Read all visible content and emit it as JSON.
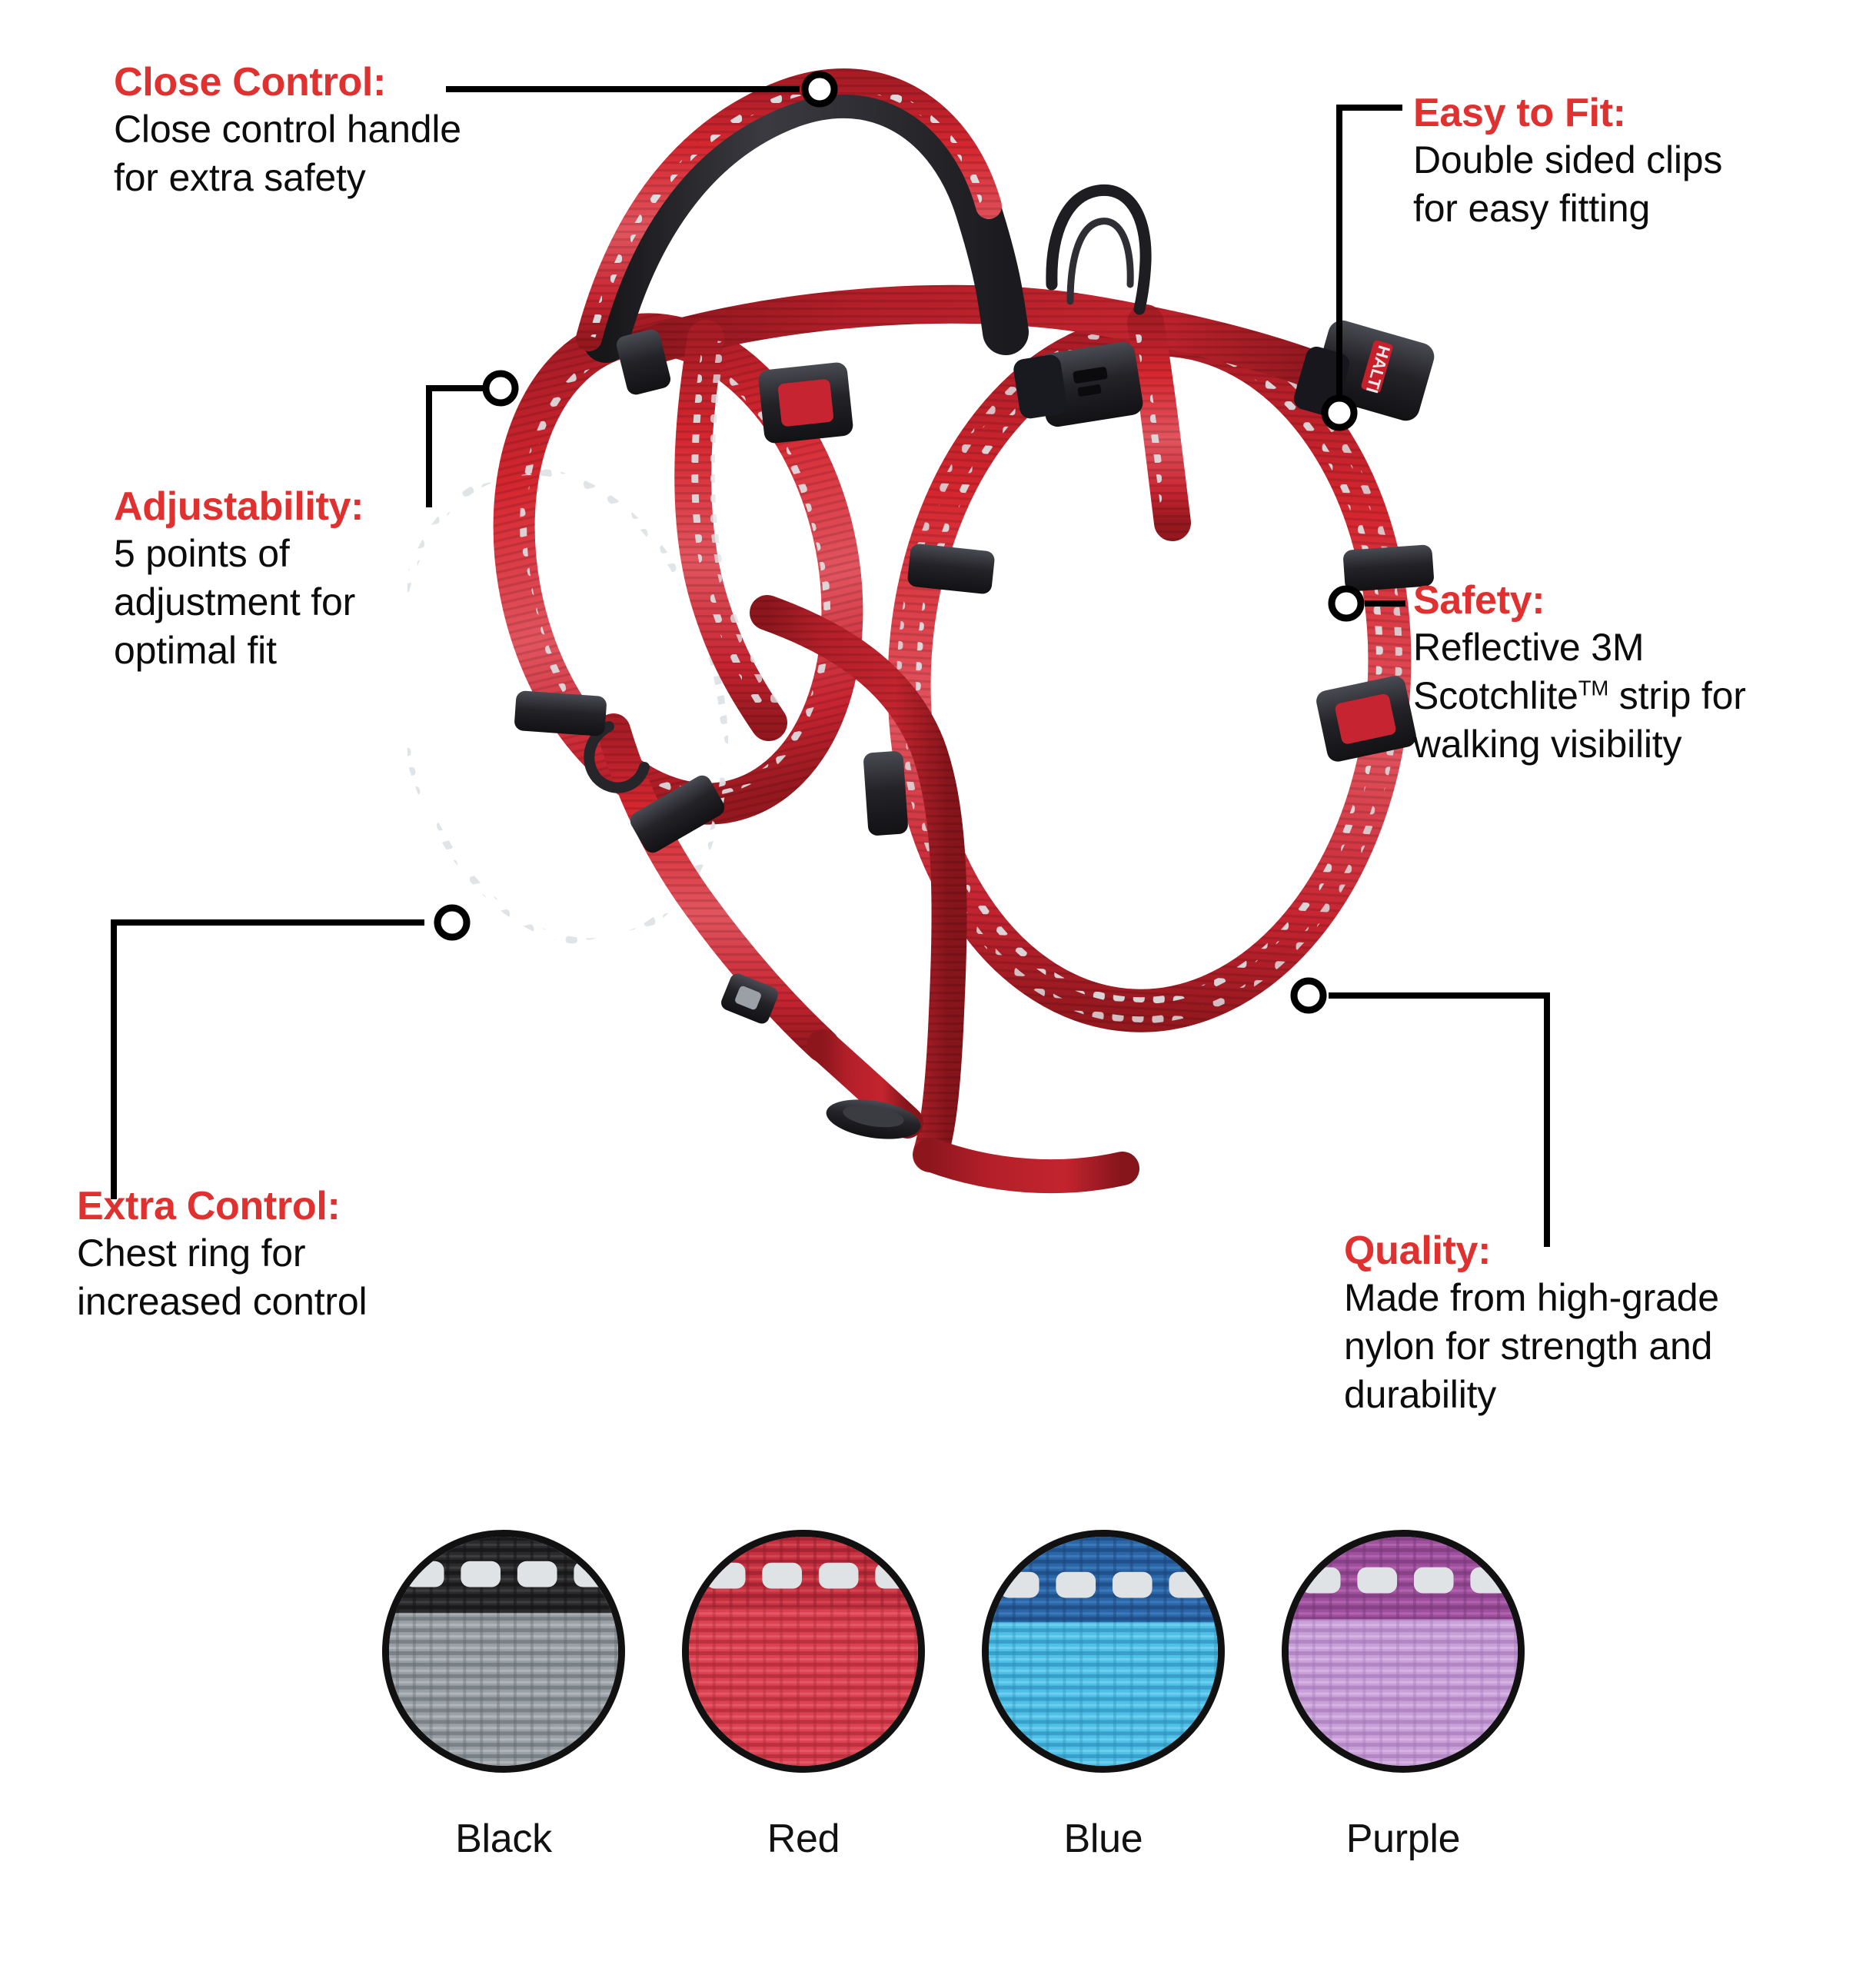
{
  "product": {
    "name": "reflective-adjustable-dog-harness",
    "strap_color": "#d5262f",
    "strap_shadow": "#a81c26",
    "strap_highlight": "#e8545b",
    "reflective_color": "#d9dde0",
    "hardware_color": "#26262a",
    "padding_color": "#2c2c30",
    "brand_mark": "HALTI"
  },
  "accent": {
    "heading_red": "#e03131",
    "body_black": "#0c0c0c",
    "leader_black": "#000000"
  },
  "callouts": [
    {
      "id": "close-control",
      "title": "Close Control:",
      "body": "Close control handle\nfor extra safety"
    },
    {
      "id": "easy-to-fit",
      "title": "Easy to Fit:",
      "body": "Double sided clips\nfor easy fitting"
    },
    {
      "id": "adjustability",
      "title": "Adjustability:",
      "body": "5 points of\nadjustment for\noptimal fit"
    },
    {
      "id": "safety",
      "title": "Safety:",
      "body_line1": "Reflective 3M",
      "body_line2_pre": "Scotchlite",
      "body_line2_tm": "TM",
      "body_line2_post": " strip for",
      "body_line3": "walking visibility"
    },
    {
      "id": "extra-control",
      "title": "Extra Control:",
      "body": "Chest ring for\nincreased control"
    },
    {
      "id": "quality",
      "title": "Quality:",
      "body": "Made from high-grade\nnylon for strength and\ndurability"
    }
  ],
  "colors_section": {
    "swatches": [
      {
        "id": "black",
        "label": "Black",
        "band": "#2a2a2c",
        "body": "#9aa1a6",
        "body_dark": "#6f767c",
        "reflective": "#dfe3e6"
      },
      {
        "id": "red",
        "label": "Red",
        "band": "#c7303f",
        "body": "#dc4251",
        "body_dark": "#b32troll",
        "reflective": "#dfe3e6"
      },
      {
        "id": "blue",
        "label": "Blue",
        "band": "#2b66a8",
        "body": "#4fc0e8",
        "body_dark": "#2f93bd",
        "reflective": "#dfe3e6"
      },
      {
        "id": "purple",
        "label": "Purple",
        "band": "#a04f9e",
        "body": "#c9a0d8",
        "body_dark": "#a87cbd",
        "reflective": "#dfe3e6"
      }
    ]
  }
}
